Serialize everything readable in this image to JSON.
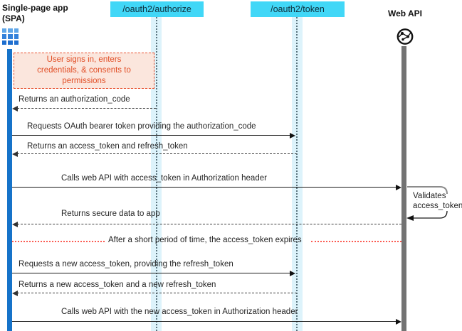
{
  "diagram": {
    "spa": {
      "name": "Single-page app",
      "subname": "(SPA)"
    },
    "endpoints": {
      "authorize": "/oauth2/authorize",
      "token": "/oauth2/token"
    },
    "web_api": {
      "name": "Web API"
    },
    "user_note": "User signs in, enters credentials, & consents to permissions",
    "messages": [
      {
        "label": "Returns an authorization_code",
        "type": "return"
      },
      {
        "label": "Requests OAuth bearer token providing the authorization_code",
        "type": "request"
      },
      {
        "label": "Returns an access_token and refresh_token",
        "type": "return"
      },
      {
        "label": "Calls web API with access_token in Authorization header",
        "type": "request"
      },
      {
        "label": "Returns secure data to app",
        "type": "return"
      },
      {
        "label": "Requests a new access_token, providing the refresh_token",
        "type": "request"
      },
      {
        "label": "Returns a new access_token and a new refresh_token",
        "type": "return"
      },
      {
        "label": "Calls web API with the new access_token in Authorization header",
        "type": "request"
      }
    ],
    "validate_note": "Validates access_token",
    "expiry_divider": "After a short period of time, the access_token expires",
    "colors": {
      "endpoint_fill": "#41d7f7",
      "lifeline_band": "#ddf3fb",
      "spa_activation_bar": "#1673c9",
      "api_activation_bar": "#737373",
      "note_border": "#e8502e",
      "note_fill": "#fbe6dd",
      "note_text": "#e14f27",
      "expiry_dots": "#fb5c52"
    }
  }
}
